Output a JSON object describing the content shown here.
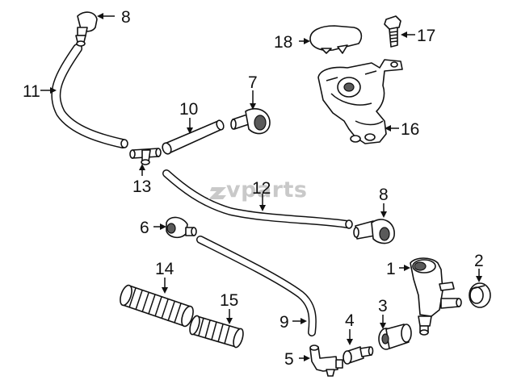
{
  "watermark": "vparts",
  "callouts": [
    {
      "id": "c8a",
      "text": "8"
    },
    {
      "id": "c11",
      "text": "11"
    },
    {
      "id": "c18",
      "text": "18"
    },
    {
      "id": "c17",
      "text": "17"
    },
    {
      "id": "c7",
      "text": "7"
    },
    {
      "id": "c10",
      "text": "10"
    },
    {
      "id": "c16",
      "text": "16"
    },
    {
      "id": "c13",
      "text": "13"
    },
    {
      "id": "c12",
      "text": "12"
    },
    {
      "id": "c8b",
      "text": "8"
    },
    {
      "id": "c6",
      "text": "6"
    },
    {
      "id": "c1",
      "text": "1"
    },
    {
      "id": "c2",
      "text": "2"
    },
    {
      "id": "c14",
      "text": "14"
    },
    {
      "id": "c15",
      "text": "15"
    },
    {
      "id": "c3",
      "text": "3"
    },
    {
      "id": "c9",
      "text": "9"
    },
    {
      "id": "c4",
      "text": "4"
    },
    {
      "id": "c5",
      "text": "5"
    }
  ]
}
